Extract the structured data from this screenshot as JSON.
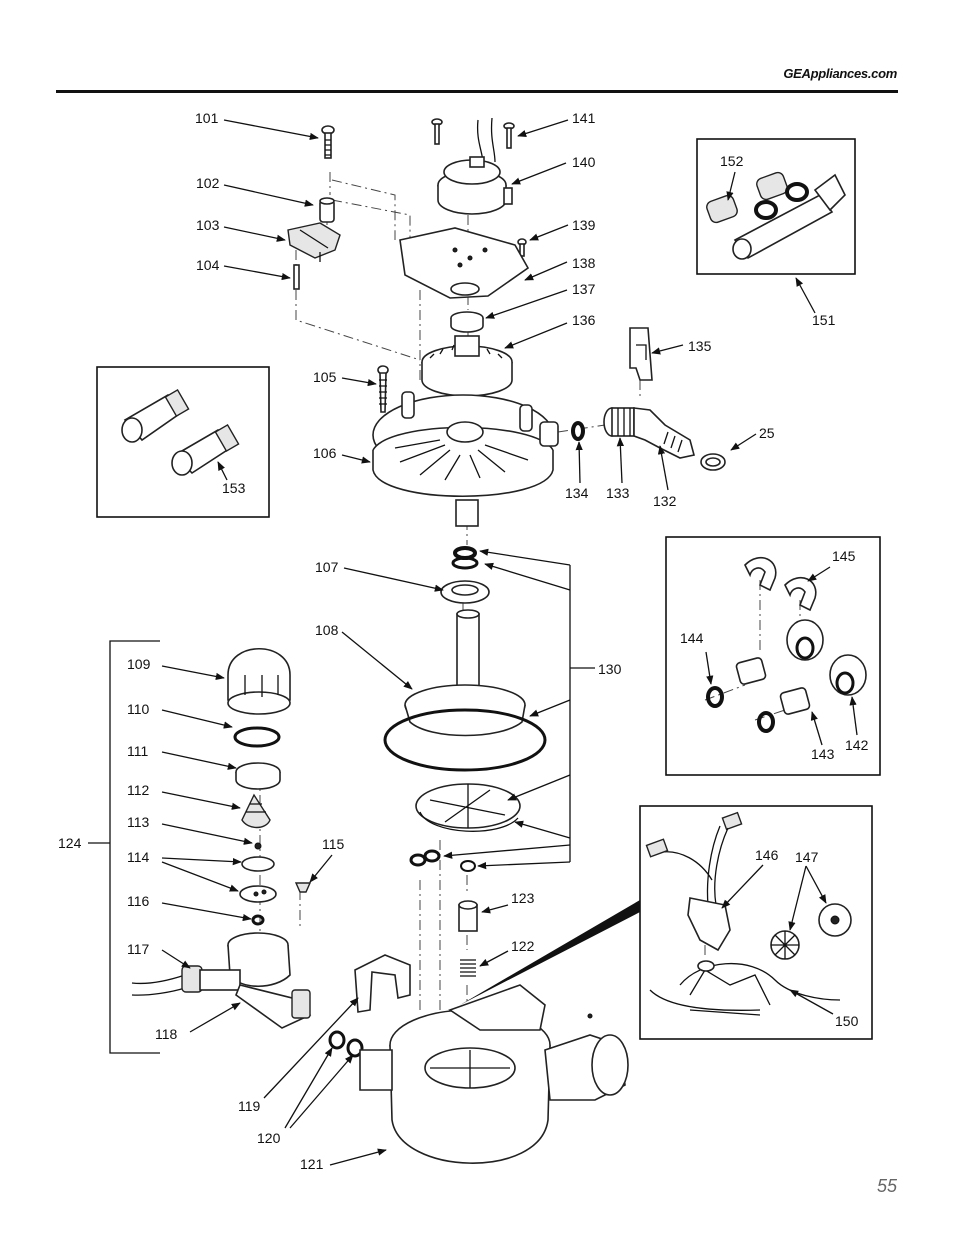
{
  "header": {
    "site": "GEAppliances.com"
  },
  "page_number": "55",
  "labels": {
    "l101": "101",
    "l102": "102",
    "l103": "103",
    "l104": "104",
    "l105": "105",
    "l106": "106",
    "l107": "107",
    "l108": "108",
    "l109": "109",
    "l110": "110",
    "l111": "111",
    "l112": "112",
    "l113": "113",
    "l114": "114",
    "l115": "115",
    "l116": "116",
    "l117": "117",
    "l118": "118",
    "l119": "119",
    "l120": "120",
    "l121": "121",
    "l122": "122",
    "l123": "123",
    "l124": "124",
    "l130": "130",
    "l132": "132",
    "l133": "133",
    "l134": "134",
    "l135": "135",
    "l136": "136",
    "l137": "137",
    "l138": "138",
    "l139": "139",
    "l140": "140",
    "l141": "141",
    "l142": "142",
    "l143": "143",
    "l144": "144",
    "l145": "145",
    "l146": "146",
    "l147": "147",
    "l150": "150",
    "l151": "151",
    "l152": "152",
    "l153": "153",
    "l25": "25"
  }
}
